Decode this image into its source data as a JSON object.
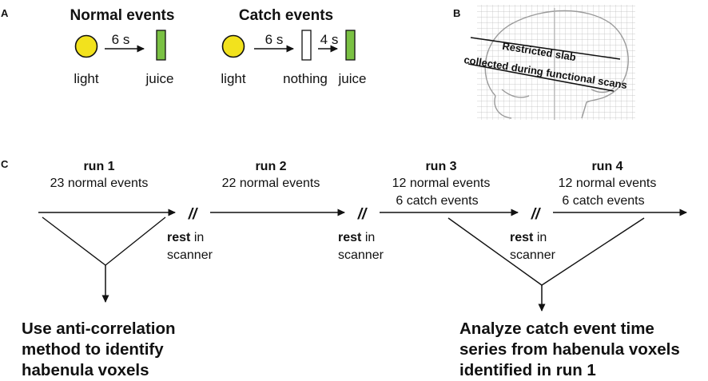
{
  "panels": {
    "a": "A",
    "b": "B",
    "c": "C"
  },
  "panel_a": {
    "normal_title": "Normal events",
    "catch_title": "Catch events",
    "delay_6s": "6 s",
    "delay_4s": "4 s",
    "light": "light",
    "juice": "juice",
    "nothing": "nothing",
    "light_color": "#f2e21d",
    "juice_color": "#7ac143"
  },
  "panel_b": {
    "slab_line1": "Restricted slab",
    "slab_line2": "collected during functional scans"
  },
  "panel_c": {
    "runs": [
      {
        "title": "run 1",
        "lines": [
          "23 normal events"
        ]
      },
      {
        "title": "run 2",
        "lines": [
          "22 normal events"
        ]
      },
      {
        "title": "run 3",
        "lines": [
          "12 normal events",
          "6 catch events"
        ]
      },
      {
        "title": "run 4",
        "lines": [
          "12 normal events",
          "6 catch events"
        ]
      }
    ],
    "break_mark": "//",
    "rest_bold": "rest",
    "rest_in": "in",
    "rest_scanner": "scanner",
    "outcome_left": [
      "Use anti-correlation",
      "method to identify",
      "habenula voxels"
    ],
    "outcome_right": [
      "Analyze catch event time",
      "series from habenula voxels",
      "identified in run 1"
    ]
  }
}
